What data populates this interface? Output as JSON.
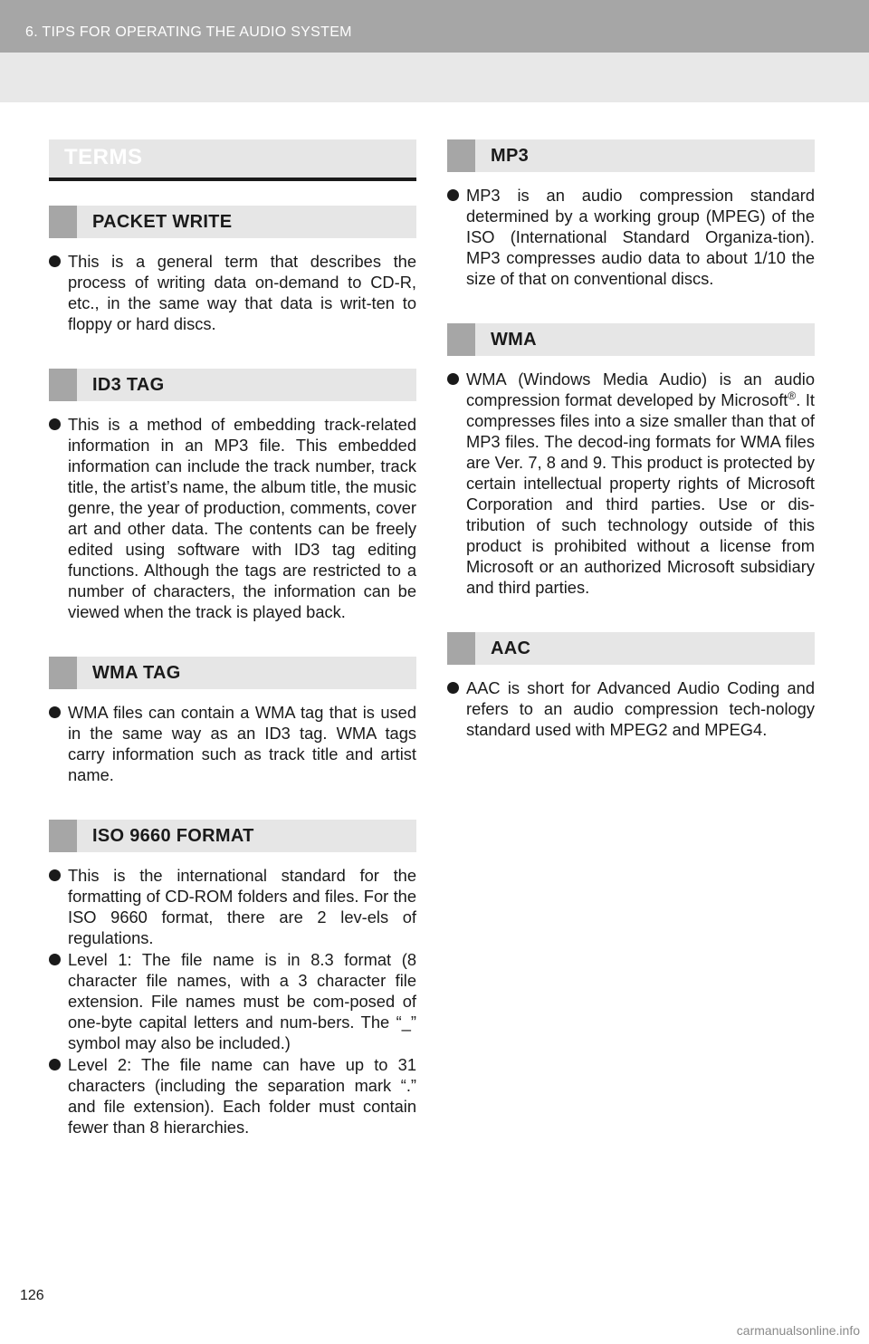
{
  "header": {
    "title": "6. TIPS FOR OPERATING THE AUDIO SYSTEM"
  },
  "colors": {
    "band": "#e8e8e8",
    "bar": "#a6a6a6",
    "head_bg": "#e6e6e6",
    "text": "#1a1a1a"
  },
  "terms_heading": "TERMS",
  "left": {
    "packet_write": {
      "title": "PACKET WRITE",
      "bullets": [
        "This is a general term that describes the process of writing data on-demand to CD-R, etc., in the same way that data is writ-ten to floppy or hard discs."
      ]
    },
    "id3_tag": {
      "title": "ID3 TAG",
      "bullets": [
        "This is a method of embedding track-related information in an MP3 file. This embedded information can include the track number, track title, the artist’s name, the album title, the music genre, the year of production, comments, cover art and other data. The contents can be freely edited using software with ID3 tag editing functions. Although the tags are restricted to a number of characters, the information can be viewed when the track is played back."
      ]
    },
    "wma_tag": {
      "title": "WMA TAG",
      "bullets": [
        "WMA files can contain a WMA tag that is used in the same way as an ID3 tag. WMA tags carry information such as track title and artist name."
      ]
    },
    "iso_9660": {
      "title": "ISO 9660 FORMAT",
      "bullets": [
        "This is the international standard for the formatting of CD-ROM folders and files. For the ISO 9660 format, there are 2 lev-els of regulations.",
        "Level 1: The file name is in 8.3 format (8 character file names, with a 3 character file extension. File names must be com-posed of one-byte capital letters and num-bers. The “_” symbol may also be included.)",
        "Level 2: The file name can have up to 31 characters (including the separation mark “.” and file extension). Each folder must contain fewer than 8 hierarchies."
      ]
    }
  },
  "right": {
    "mp3": {
      "title": "MP3",
      "bullets": [
        "MP3 is an audio compression standard determined by a working group (MPEG) of the ISO (International Standard Organiza-tion). MP3 compresses audio data to about 1/10 the size of that on conventional discs."
      ]
    },
    "wma": {
      "title": "WMA",
      "text_before": "WMA (Windows Media Audio) is an audio compression format developed by Microsoft",
      "registered": "®",
      "text_after": ". It compresses files into a size smaller than that of MP3 files. The decod-ing formats for WMA files are Ver. 7, 8 and 9. This product is protected by certain intellectual property rights of Microsoft Corporation and third parties. Use or dis-tribution of such technology outside of this product is prohibited without a license from Microsoft or an authorized Microsoft subsidiary and third parties."
    },
    "aac": {
      "title": "AAC",
      "bullets": [
        "AAC is short for Advanced Audio Coding and refers to an audio compression tech-nology standard used with MPEG2 and MPEG4."
      ]
    }
  },
  "page_number": "126",
  "footer_mark": "carmanualsonline.info"
}
